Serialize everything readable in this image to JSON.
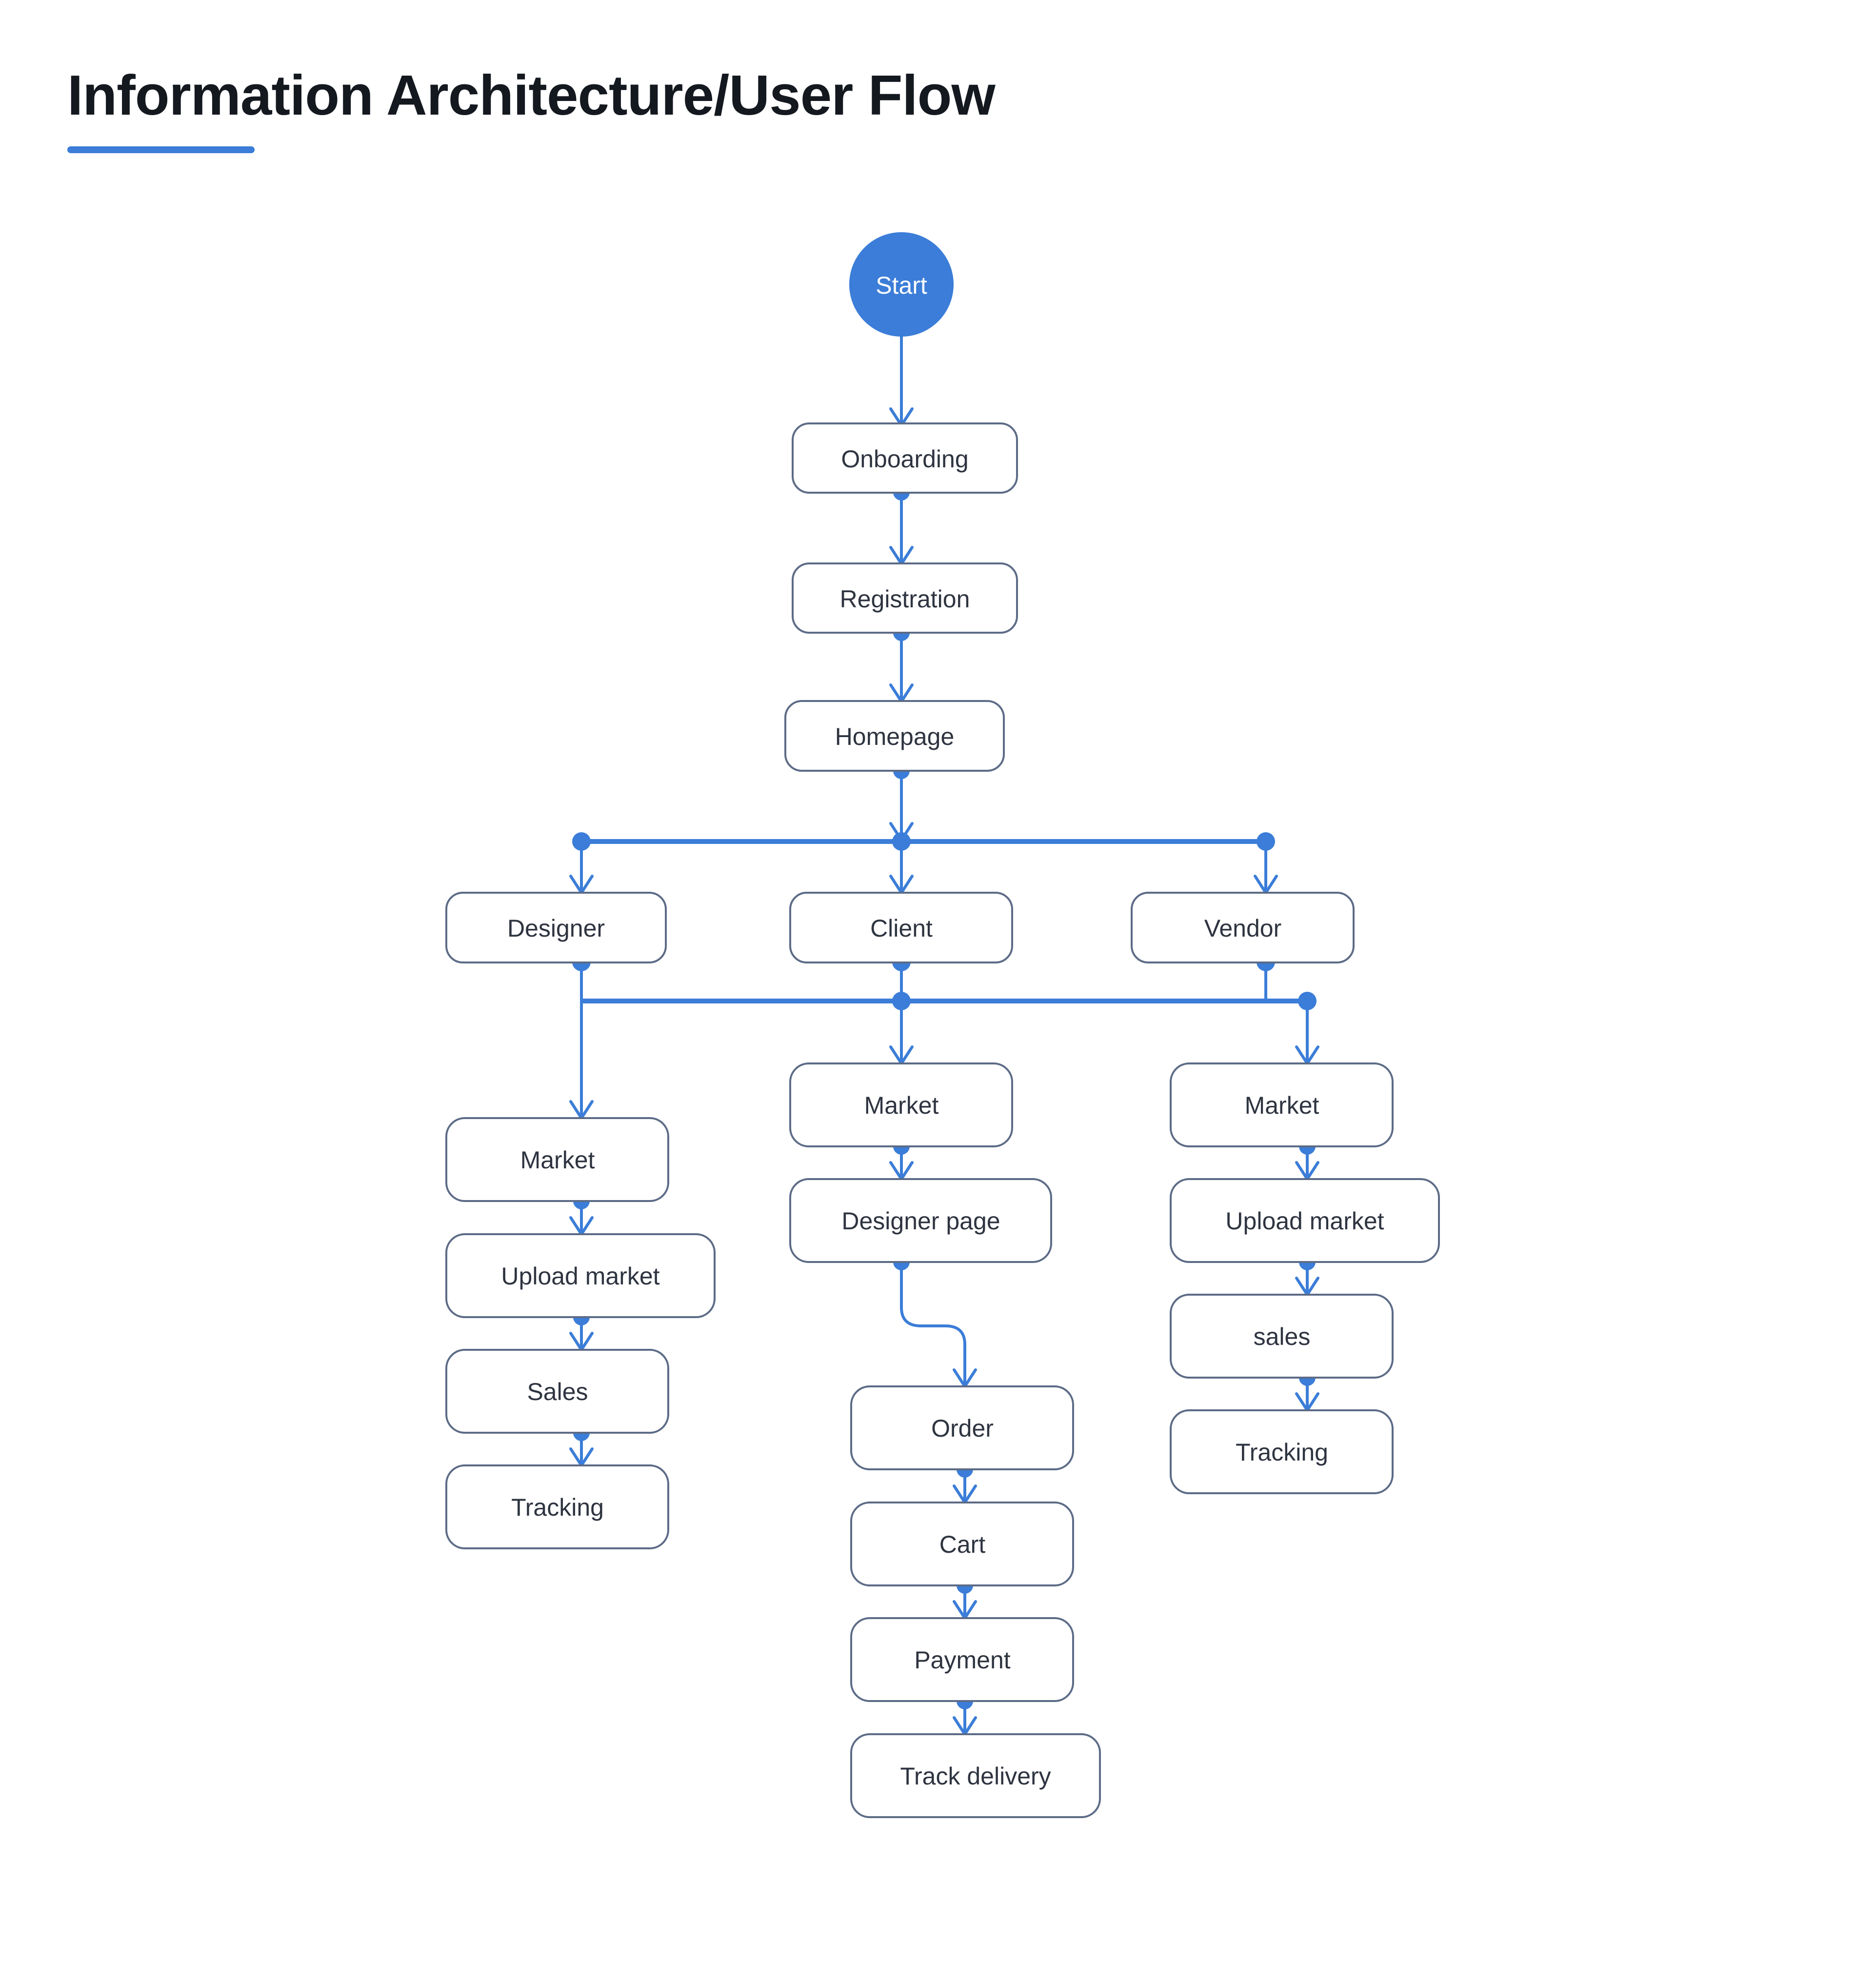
{
  "page": {
    "title": "Information Architecture/User Flow",
    "accent_color": "#3b7dd8",
    "node_border_color": "#5c6b86",
    "node_text_color": "#2e3440",
    "background_color": "#ffffff"
  },
  "diagram": {
    "type": "flowchart",
    "orientation": "top-down",
    "start_node": {
      "id": "start",
      "label": "Start",
      "shape": "circle",
      "fill": "#3b7dd8",
      "text_color": "#ffffff"
    },
    "trunk": [
      {
        "id": "onboarding",
        "label": "Onboarding"
      },
      {
        "id": "registration",
        "label": "Registration"
      },
      {
        "id": "homepage",
        "label": "Homepage"
      }
    ],
    "roles": [
      {
        "id": "designer",
        "label": "Designer"
      },
      {
        "id": "client",
        "label": "Client"
      },
      {
        "id": "vendor",
        "label": "Vendor"
      }
    ],
    "branches": [
      {
        "role": "Designer",
        "steps": [
          {
            "id": "designer-market",
            "label": "Market"
          },
          {
            "id": "designer-upload-market",
            "label": "Upload market"
          },
          {
            "id": "designer-sales",
            "label": "Sales"
          },
          {
            "id": "designer-tracking",
            "label": "Tracking"
          }
        ]
      },
      {
        "role": "Client",
        "steps": [
          {
            "id": "client-market",
            "label": "Market"
          },
          {
            "id": "client-designer-page",
            "label": "Designer page"
          },
          {
            "id": "client-order",
            "label": "Order"
          },
          {
            "id": "client-cart",
            "label": "Cart"
          },
          {
            "id": "client-payment",
            "label": "Payment"
          },
          {
            "id": "client-track-delivery",
            "label": "Track delivery"
          }
        ]
      },
      {
        "role": "Vendor",
        "steps": [
          {
            "id": "vendor-market",
            "label": "Market"
          },
          {
            "id": "vendor-upload-market",
            "label": "Upload market"
          },
          {
            "id": "vendor-sales",
            "label": "sales"
          },
          {
            "id": "vendor-tracking",
            "label": "Tracking"
          }
        ]
      }
    ],
    "edges": [
      {
        "from": "start",
        "to": "onboarding"
      },
      {
        "from": "onboarding",
        "to": "registration"
      },
      {
        "from": "registration",
        "to": "homepage"
      },
      {
        "from": "homepage",
        "to": "designer"
      },
      {
        "from": "homepage",
        "to": "client"
      },
      {
        "from": "homepage",
        "to": "vendor"
      },
      {
        "from": "designer",
        "to": "designer-market"
      },
      {
        "from": "designer-market",
        "to": "designer-upload-market"
      },
      {
        "from": "designer-upload-market",
        "to": "designer-sales"
      },
      {
        "from": "designer-sales",
        "to": "designer-tracking"
      },
      {
        "from": "client",
        "to": "client-market"
      },
      {
        "from": "client-market",
        "to": "client-designer-page"
      },
      {
        "from": "client-designer-page",
        "to": "client-order"
      },
      {
        "from": "client-order",
        "to": "client-cart"
      },
      {
        "from": "client-cart",
        "to": "client-payment"
      },
      {
        "from": "client-payment",
        "to": "client-track-delivery"
      },
      {
        "from": "vendor",
        "to": "vendor-market"
      },
      {
        "from": "vendor-market",
        "to": "vendor-upload-market"
      },
      {
        "from": "vendor-upload-market",
        "to": "vendor-sales"
      },
      {
        "from": "vendor-sales",
        "to": "vendor-tracking"
      }
    ]
  }
}
